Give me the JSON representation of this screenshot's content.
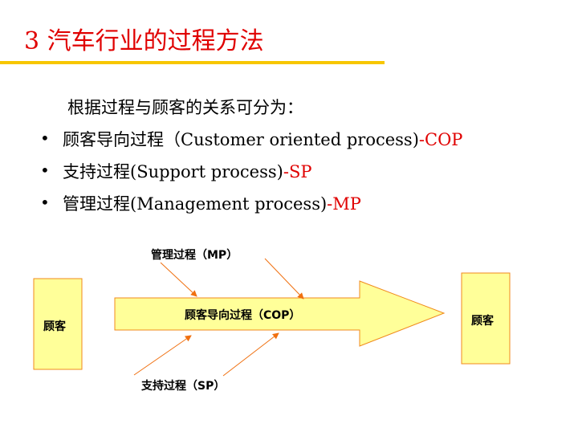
{
  "title": "3 汽车行业的过程方法",
  "intro": "根据过程与顾客的关系可分为：",
  "bullets": [
    {
      "text": "顾客导向过程（Customer oriented process)",
      "suffix": "-COP"
    },
    {
      "text": "支持过程(Support process)",
      "suffix": "-SP"
    },
    {
      "text": "管理过程(Management process)",
      "suffix": "-MP"
    }
  ],
  "diagram": {
    "customer_left": "顾客",
    "customer_right": "顾客",
    "cop": "顾客导向过程（COP）",
    "mp": "管理过程（MP）",
    "sp": "支持过程（SP）"
  },
  "colors": {
    "title": "#e00000",
    "rule": "#f7c600",
    "box_fill": "#ffff99",
    "box_border": "#f08a1c",
    "arrow": "#f07010"
  }
}
